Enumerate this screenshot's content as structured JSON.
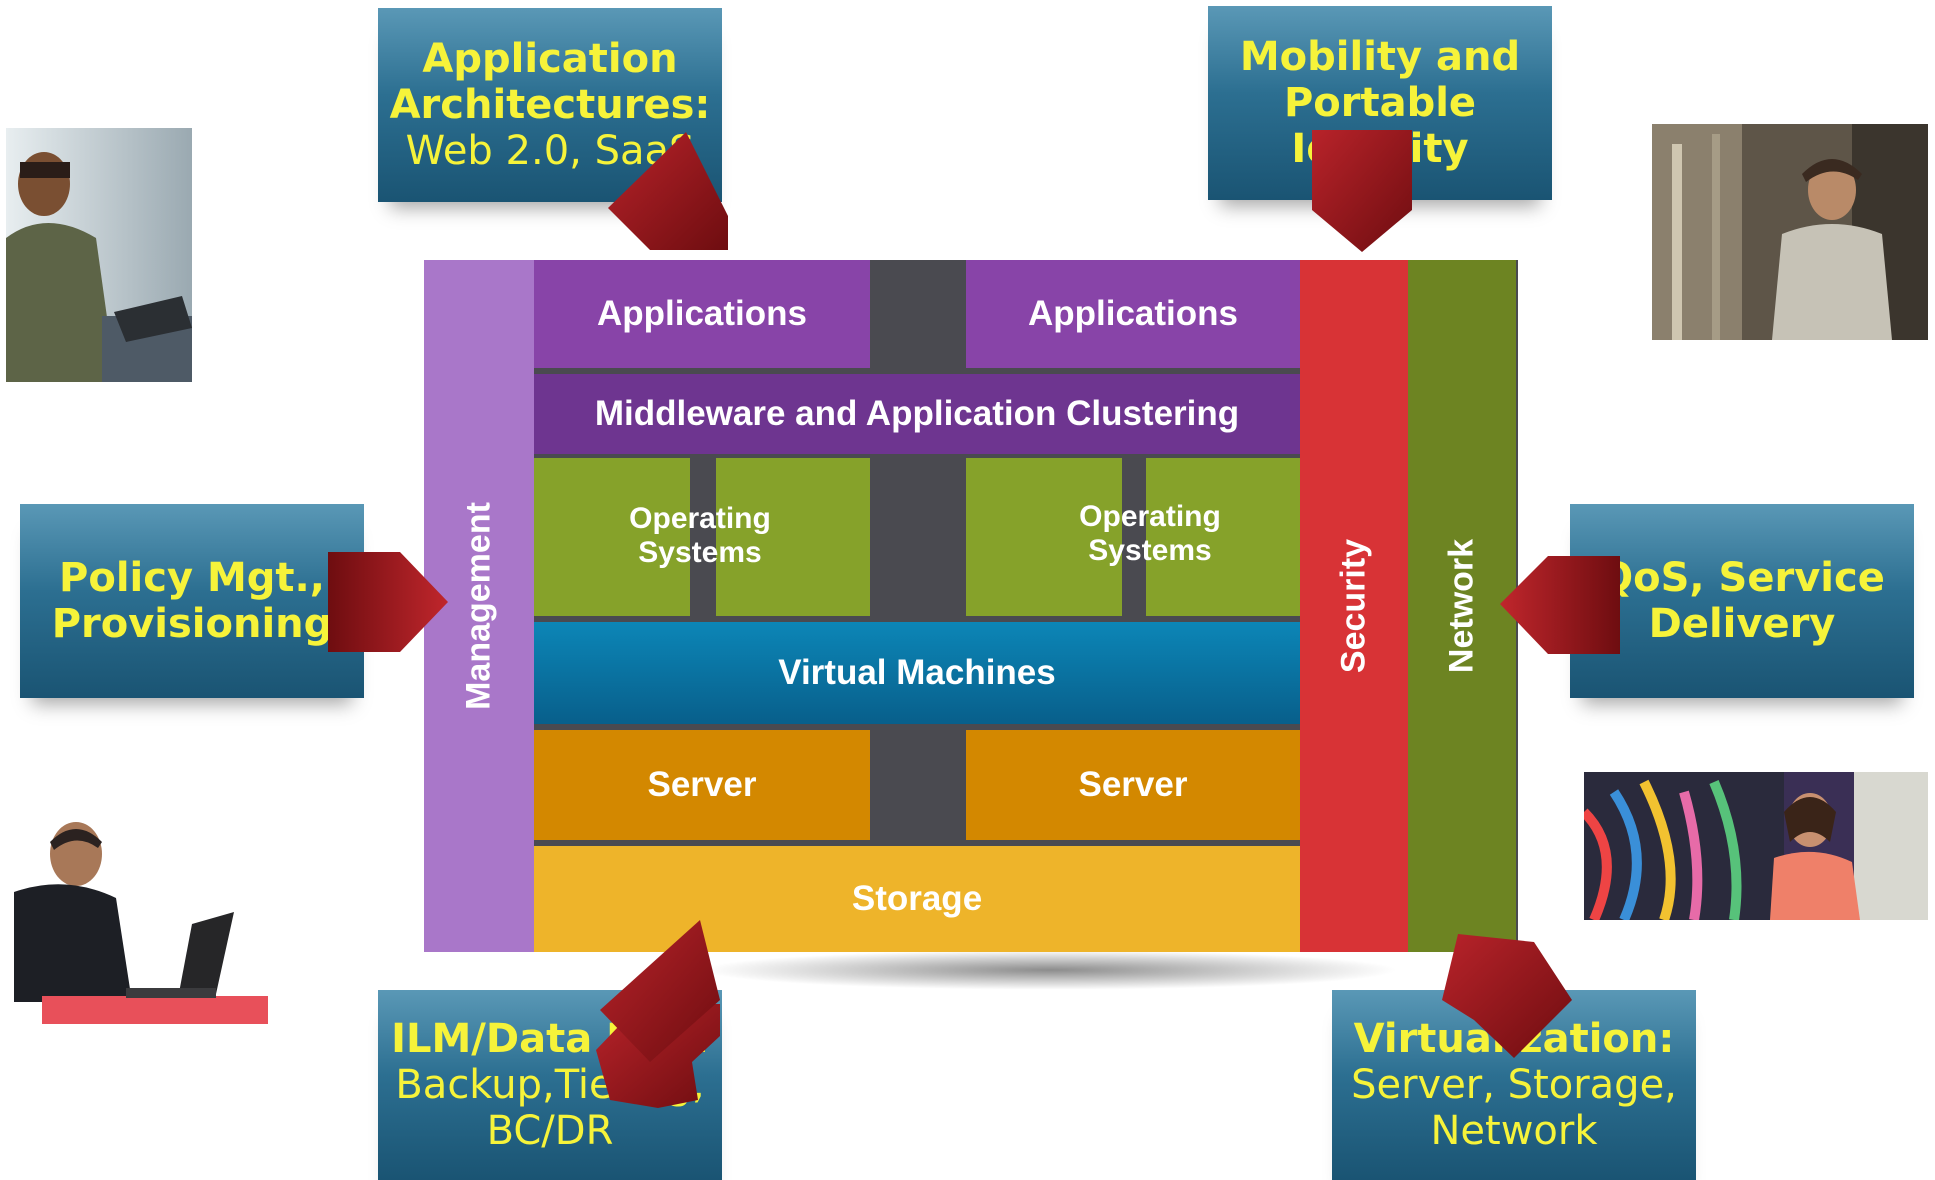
{
  "stack": {
    "management": "Management",
    "applications_left": "Applications",
    "applications_right": "Applications",
    "middleware": "Middleware and Application Clustering",
    "os_left": [
      "Operating",
      "Systems"
    ],
    "os_right": [
      "Operating",
      "Systems"
    ],
    "virtual_machines": "Virtual Machines",
    "server_left": "Server",
    "server_right": "Server",
    "storage": "Storage",
    "security": "Security",
    "network": "Network"
  },
  "callouts": {
    "app_arch": [
      "Application",
      "Architectures:",
      "Web 2.0, SaaS"
    ],
    "mobility": [
      "Mobility and",
      "Portable",
      "Identity"
    ],
    "policy": [
      "Policy Mgt.,",
      "Provisioning"
    ],
    "qos": [
      "QoS, Service",
      "Delivery"
    ],
    "ilm": [
      "ILM/Data Mgt.",
      "Backup,Tiering,",
      "BC/DR"
    ],
    "virtualization": [
      "Virtualization:",
      "Server, Storage,",
      "Network"
    ]
  },
  "colors": {
    "management": "#a977c9",
    "applications": "#8844a8",
    "middleware": "#6e3590",
    "operating_systems": "#86a22a",
    "virtual_machines": "#0c86b7",
    "server": "#d38800",
    "storage": "#eeb42a",
    "security": "#d83336",
    "network": "#6d8422",
    "callout_text": "#f6f33a",
    "arrow": "#8f1418"
  }
}
